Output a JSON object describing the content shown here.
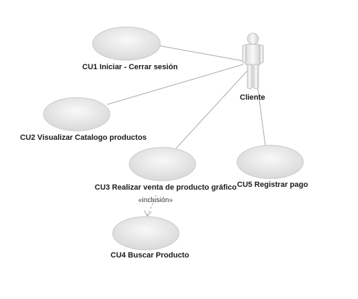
{
  "diagram": {
    "actor": {
      "name": "Cliente"
    },
    "use_cases": [
      {
        "id": "cu1",
        "label": "CU1 Iniciar - Cerrar sesión"
      },
      {
        "id": "cu2",
        "label": "CU2 Visualizar Catalogo productos"
      },
      {
        "id": "cu3",
        "label": "CU3 Realizar venta de producto gráfico"
      },
      {
        "id": "cu4",
        "label": "CU4 Buscar Producto"
      },
      {
        "id": "cu5",
        "label": "CU5 Registrar pago"
      }
    ],
    "include_relation": {
      "stereotype": "«inclusión»"
    }
  },
  "colors": {
    "ellipse_fill_center": "#f7f7f7",
    "ellipse_fill_edge": "#dcdcdc",
    "ellipse_stroke": "#c8c8c8",
    "line": "#a0a0a0"
  }
}
